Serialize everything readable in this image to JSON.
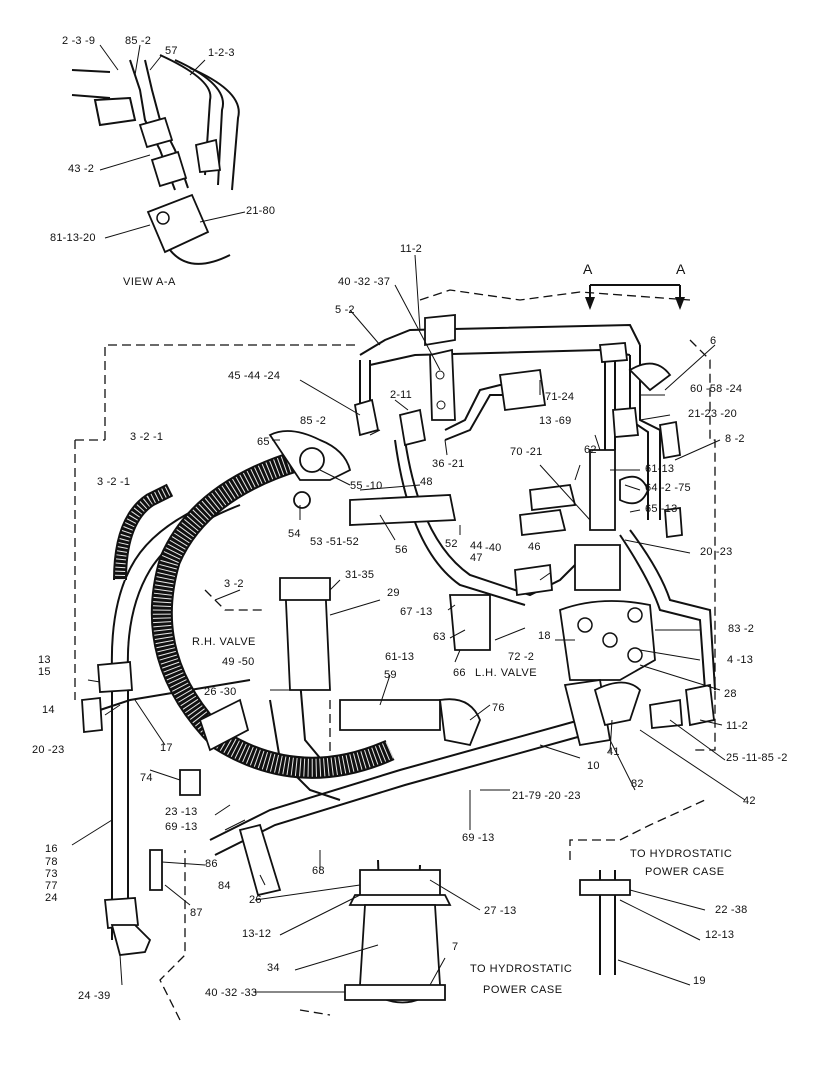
{
  "view_section": {
    "label": "A"
  },
  "captions": {
    "view": "VIEW A-A",
    "rh_valve": "R.H. VALVE",
    "lh_valve": "L.H. VALVE",
    "hydro_1_line1": "TO HYDROSTATIC",
    "hydro_1_line2": "POWER CASE",
    "hydro_2_line1": "TO HYDROSTATIC",
    "hydro_2_line2": "POWER CASE"
  },
  "callouts": [
    "2 -3 -9",
    "85 -2",
    "57",
    "1-2-3",
    "43 -2",
    "21-80",
    "81-13-20",
    "11-2",
    "40 -32 -37",
    "5 -2",
    "45 -44 -24",
    "2-11",
    "85 -2",
    "36 -21",
    "65",
    "3 -2 -1",
    "3 -2 -1",
    "55 -10",
    "48",
    "53 -51-52",
    "54",
    "56",
    "52",
    "71-24",
    "13 -69",
    "70 -21",
    "62",
    "61-13",
    "64 -2 -75",
    "65 -13",
    "60 -58 -24",
    "21-23 -20",
    "8 -2",
    "6",
    "20 -23",
    "44",
    "47",
    "-40",
    "46",
    "31-35",
    "29",
    "67 -13",
    "63",
    "61-13",
    "66",
    "72 -2",
    "18",
    "83 -2",
    "4 -13",
    "28",
    "3 -2",
    "49 -50",
    "26 -30",
    "59",
    "76",
    "13",
    "15",
    "14",
    "20 -23",
    "17",
    "74",
    "10",
    "41",
    "11-2",
    "25 -11-85 -2",
    "82",
    "42",
    "23 -13",
    "69 -13",
    "21-79 -20 -23",
    "69 -13",
    "16",
    "78",
    "73",
    "77",
    "24",
    "86",
    "68",
    "84",
    "87",
    "26",
    "27 -13",
    "22 -38",
    "12-13",
    "13-12",
    "34",
    "7",
    "19",
    "24 -39",
    "40 -32 -33"
  ]
}
